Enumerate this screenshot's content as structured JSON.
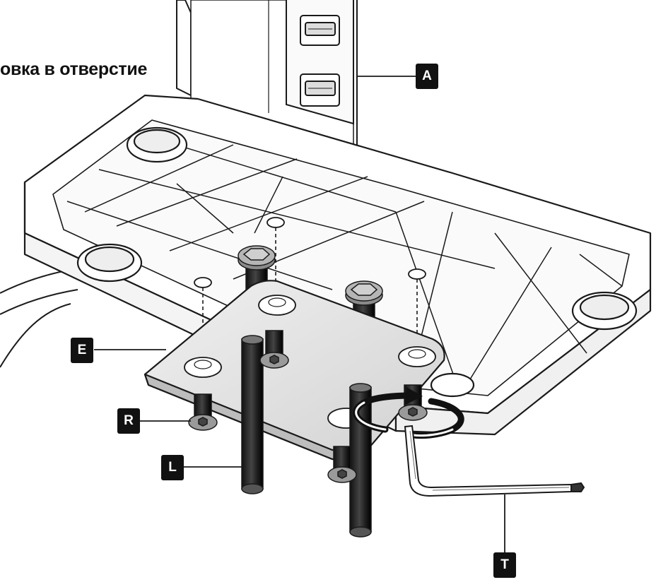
{
  "caption": "овка в отверстие",
  "labels": {
    "a": "A",
    "e": "E",
    "r": "R",
    "l": "L",
    "t": "T"
  },
  "colors": {
    "outline": "#1a1a1a",
    "base_fill": "#ffffff",
    "plate_fill": "#e3e3e3",
    "metal_dark": "#2a2a2a",
    "screw_head": "#9a9a9a",
    "tag_bg": "#111111"
  }
}
